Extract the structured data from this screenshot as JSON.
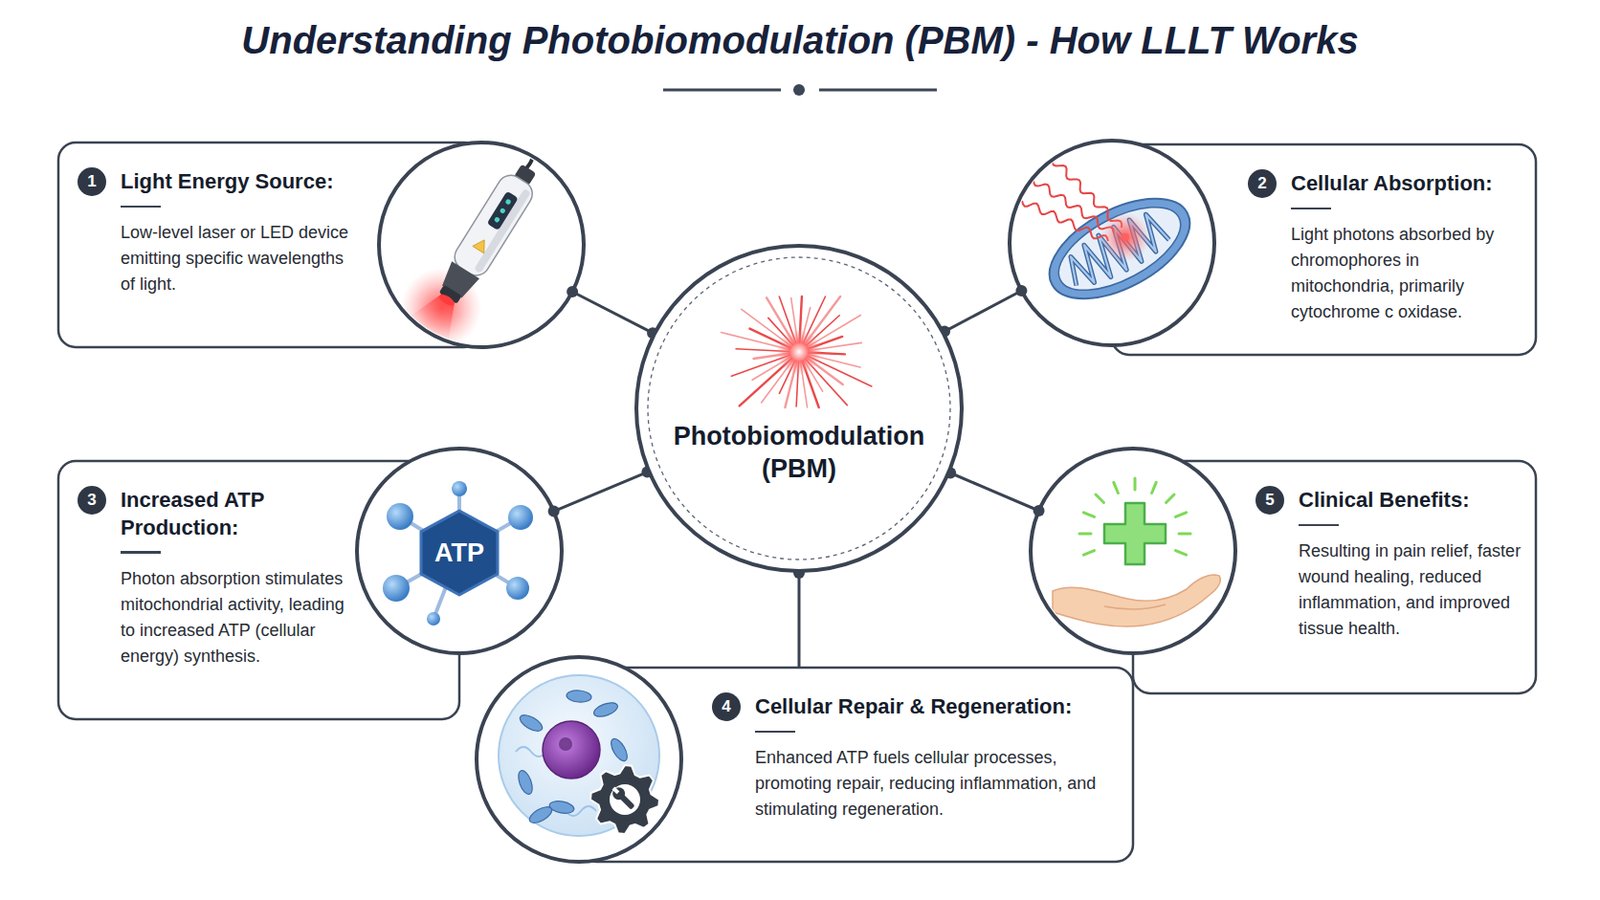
{
  "diagram": {
    "title": "Understanding Photobiomodulation (PBM) - How LLLT Works",
    "nodes": [
      {
        "text": [
          "Photobiomodulation (PBM)"
        ]
      },
      {
        "text": [
          "Light Energy Source:",
          "Low-level laser or LED device emitting specific wavelengths of light."
        ]
      },
      {
        "text": [
          "Cellular Absorption:",
          "Light photons absorbed by chromophores in mitochondria, primarily cytochrome c oxidase."
        ]
      },
      {
        "text": [
          "Increased ATP Production:",
          "Photon absorption stimulates mitochondrial activity, leading to increased ATP (cellular energy) synthesis."
        ]
      },
      {
        "text": [
          "ATP"
        ]
      },
      {
        "text": [
          "Cellular Repair & Regeneration:",
          "Enhanced ATP fuels cellular processes, promoting repair, reducing inflammation, and stimulating regeneration."
        ]
      },
      {
        "text": [
          "Clinical Benefits:",
          "Resulting in pain relief, faster wound healing, reduced inflammation, and improved tissue health."
        ]
      }
    ],
    "edges": [
      {
        "from": 0,
        "to": 1,
        "arrow": "none"
      },
      {
        "from": 0,
        "to": 2,
        "arrow": "none"
      },
      {
        "from": 0,
        "to": 3,
        "arrow": "none"
      },
      {
        "from": 0,
        "to": 5,
        "arrow": "none"
      },
      {
        "from": 0,
        "to": 6,
        "arrow": "none"
      }
    ],
    "labels": [
      "1",
      "2",
      "3",
      "4",
      "5"
    ]
  }
}
